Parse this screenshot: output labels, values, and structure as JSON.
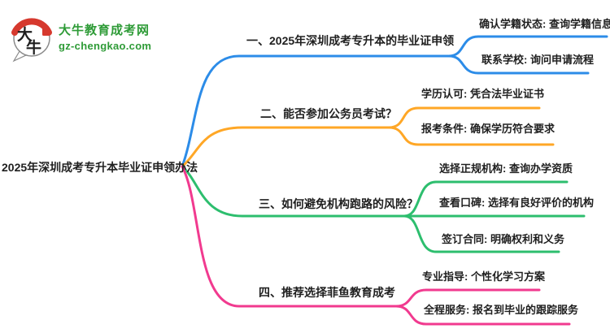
{
  "logo": {
    "icon_char_1": "大",
    "icon_char_2": "牛",
    "site_name": "大牛教育成考网",
    "site_url": "gz-chengkao.com"
  },
  "central_topic": "2025年深圳成考专升本毕业证申领办法",
  "branches": [
    {
      "label": "一、2025年深圳成考专升本的毕业证申领",
      "color": "#2c8ce8",
      "children": [
        "确认学籍状态: 查询学籍信息",
        "联系学校: 询问申请流程"
      ]
    },
    {
      "label": "二、能否参加公务员考试？",
      "color": "#ffa726",
      "children": [
        "学历认可: 凭合法毕业证书",
        "报考条件: 确保学历符合要求"
      ]
    },
    {
      "label": "三、如何避免机构跑路的风险？",
      "color": "#2dbe6e",
      "children": [
        "选择正规机构: 查询办学资质",
        "查看口碑: 选择有良好评价的机构",
        "签订合同: 明确权利和义务"
      ]
    },
    {
      "label": "四、推荐选择菲鱼教育成考",
      "color": "#f13a8f",
      "children": [
        "专业指导: 个性化学习方案",
        "全程服务: 报名到毕业的跟踪服务"
      ]
    }
  ],
  "colors": {
    "branch_blue": "#2c8ce8",
    "branch_orange": "#ffa726",
    "branch_green": "#2dbe6e",
    "branch_pink": "#f13a8f",
    "logo_green": "#2e9b37",
    "logo_red": "#d6392e",
    "text": "#1f1f1f",
    "background": "#ffffff"
  }
}
